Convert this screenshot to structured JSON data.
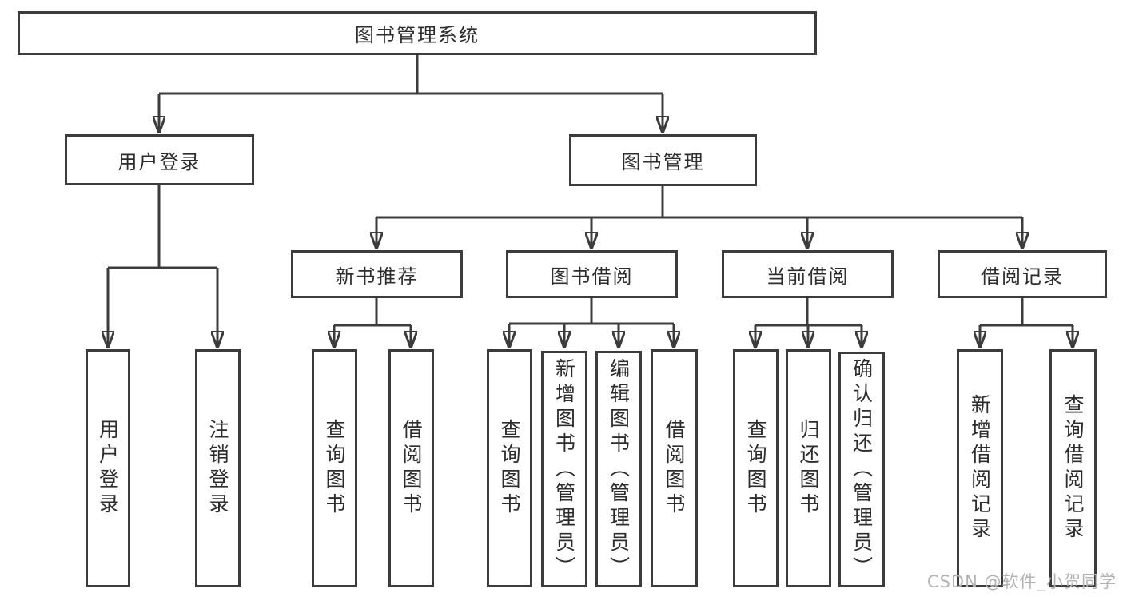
{
  "colors": {
    "line": "#3c3c3c",
    "text": "#2d2d2d",
    "box_background": "#ffffff",
    "page_background": "#ffffff",
    "watermark": "#b3b3b3"
  },
  "diagram": {
    "root": {
      "label": "图书管理系统"
    },
    "branches": [
      {
        "label": "用户登录",
        "children": [
          {
            "label": "用户登录"
          },
          {
            "label": "注销登录"
          }
        ]
      },
      {
        "label": "图书管理",
        "children": [
          {
            "label": "新书推荐",
            "children": [
              {
                "label": "查询图书"
              },
              {
                "label": "借阅图书"
              }
            ]
          },
          {
            "label": "图书借阅",
            "children": [
              {
                "label": "查询图书"
              },
              {
                "label": "新增图书（管理员）"
              },
              {
                "label": "编辑图书（管理员）"
              },
              {
                "label": "借阅图书"
              }
            ]
          },
          {
            "label": "当前借阅",
            "children": [
              {
                "label": "查询图书"
              },
              {
                "label": "归还图书"
              },
              {
                "label": "确认归还（管理员）"
              }
            ]
          },
          {
            "label": "借阅记录",
            "children": [
              {
                "label": "新增借阅记录"
              },
              {
                "label": "查询借阅记录"
              }
            ]
          }
        ]
      }
    ]
  },
  "watermark": {
    "text": "CSDN @软件_小贺同学"
  }
}
